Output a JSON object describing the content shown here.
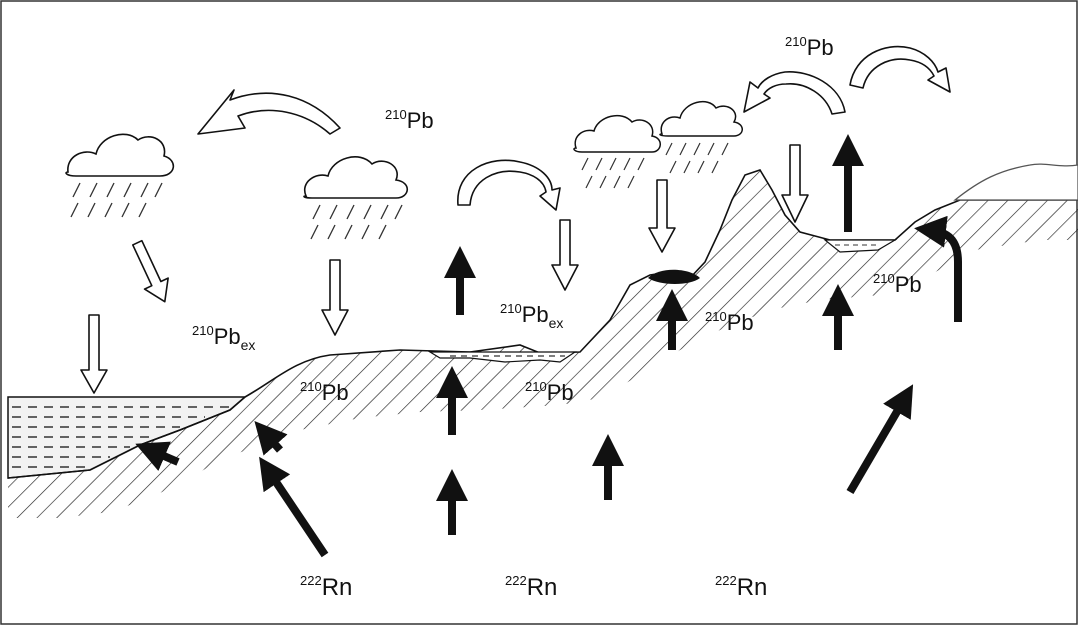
{
  "labels": {
    "pb_air": {
      "sup": "210",
      "main": "Pb"
    },
    "pb_top": {
      "sup": "210",
      "main": "Pb"
    },
    "pbex_left": {
      "sup": "210",
      "main": "Pb",
      "sub": "ex"
    },
    "pbex_mid": {
      "sup": "210",
      "main": "Pb",
      "sub": "ex"
    },
    "pb_soil_left": {
      "sup": "210",
      "main": "Pb"
    },
    "pb_soil_mid": {
      "sup": "210",
      "main": "Pb"
    },
    "pb_soil_hill": {
      "sup": "210",
      "main": "Pb"
    },
    "pb_soil_right": {
      "sup": "210",
      "main": "Pb"
    },
    "rn_left": {
      "sup": "222",
      "main": "Rn"
    },
    "rn_mid": {
      "sup": "222",
      "main": "Rn"
    },
    "rn_right": {
      "sup": "222",
      "main": "Rn"
    }
  },
  "colors": {
    "stroke": "#111111",
    "water_fill": "#f2f2f2",
    "background": "#ffffff"
  },
  "icons": {
    "cloud": "rain-cloud-icon",
    "deposition": "hollow-down-arrow-icon",
    "exhalation": "solid-up-arrow-icon",
    "transport": "curved-hollow-arrow-icon"
  }
}
